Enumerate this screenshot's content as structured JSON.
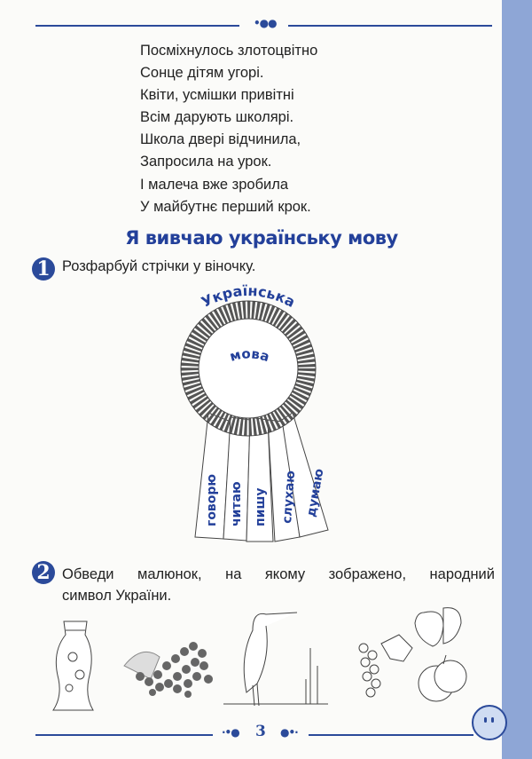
{
  "poem": {
    "lines": [
      "Посміхнулось злотоцвітно",
      "Сонце дітям угорі.",
      "Квіти, усмішки привітні",
      "Всім дарують школярі.",
      "Школа двері відчинила,",
      "Запросила на урок.",
      "І малеча вже зробила",
      "У майбутнє перший крок."
    ]
  },
  "section_title": "Я вивчаю українську мову",
  "task1": {
    "number": "1",
    "text": "Розфарбуй стрічки у віночку.",
    "wreath_top": "Українська",
    "wreath_center": "мова",
    "ribbons": [
      "говорю",
      "читаю",
      "пишу",
      "слухаю",
      "думаю"
    ]
  },
  "task2": {
    "number": "2",
    "line1": "Обведи малюнок, на якому зображено, народний",
    "line2": "символ України.",
    "pictures": [
      "vase",
      "viburnum",
      "heron",
      "fruits"
    ]
  },
  "footer": {
    "page_number": "3"
  },
  "colors": {
    "accent": "#2b4a9a",
    "side_strip": "#8ea6d6"
  }
}
